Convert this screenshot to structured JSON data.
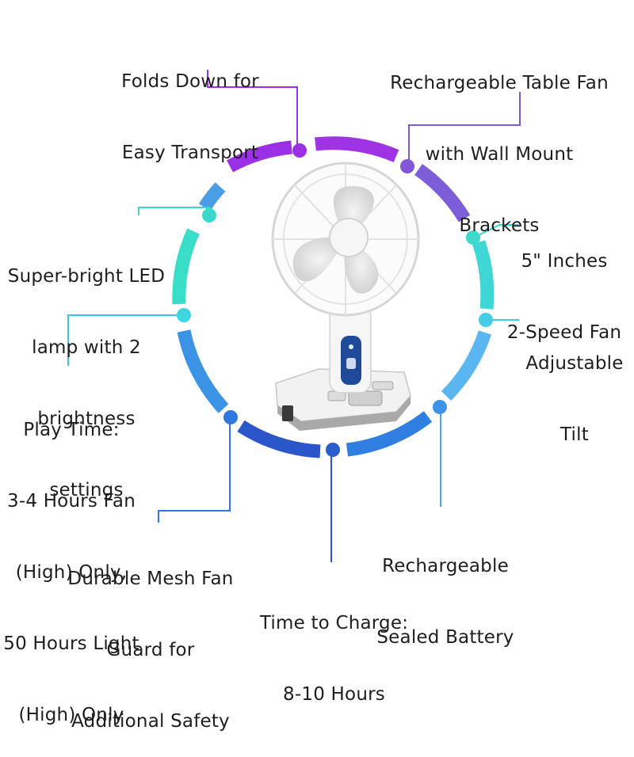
{
  "colors": {
    "purple": "#9b30e6",
    "violet": "#8a5ad6",
    "blue": "#2f7fe0",
    "navy": "#2a56c9",
    "cyan": "#38c9e8",
    "teal": "#34e6c8",
    "sky": "#5bb6f0"
  },
  "features": [
    {
      "id": "folds",
      "lines": [
        "Folds Down for",
        "Easy Transport"
      ]
    },
    {
      "id": "rechargeable-fan",
      "lines": [
        "Rechargeable Table Fan",
        "with Wall Mount",
        "Brackets"
      ]
    },
    {
      "id": "speed",
      "lines": [
        "5\" Inches",
        "2-Speed Fan"
      ]
    },
    {
      "id": "tilt",
      "lines": [
        "Adjustable",
        "Tilt"
      ]
    },
    {
      "id": "battery",
      "lines": [
        "Rechargeable",
        "Sealed Battery"
      ]
    },
    {
      "id": "charge",
      "lines": [
        "Time to Charge:",
        "8-10 Hours"
      ]
    },
    {
      "id": "guard",
      "lines": [
        "Durable Mesh Fan",
        "Guard for",
        "Additional Safety"
      ]
    },
    {
      "id": "playtime",
      "lines": [
        "Play Time:",
        "3-4 Hours Fan",
        "(High) Only,",
        "50 Hours Light",
        "(High) Only"
      ]
    },
    {
      "id": "led",
      "lines": [
        "Super-bright LED",
        "lamp with 2",
        "brightness",
        "settings"
      ]
    }
  ]
}
